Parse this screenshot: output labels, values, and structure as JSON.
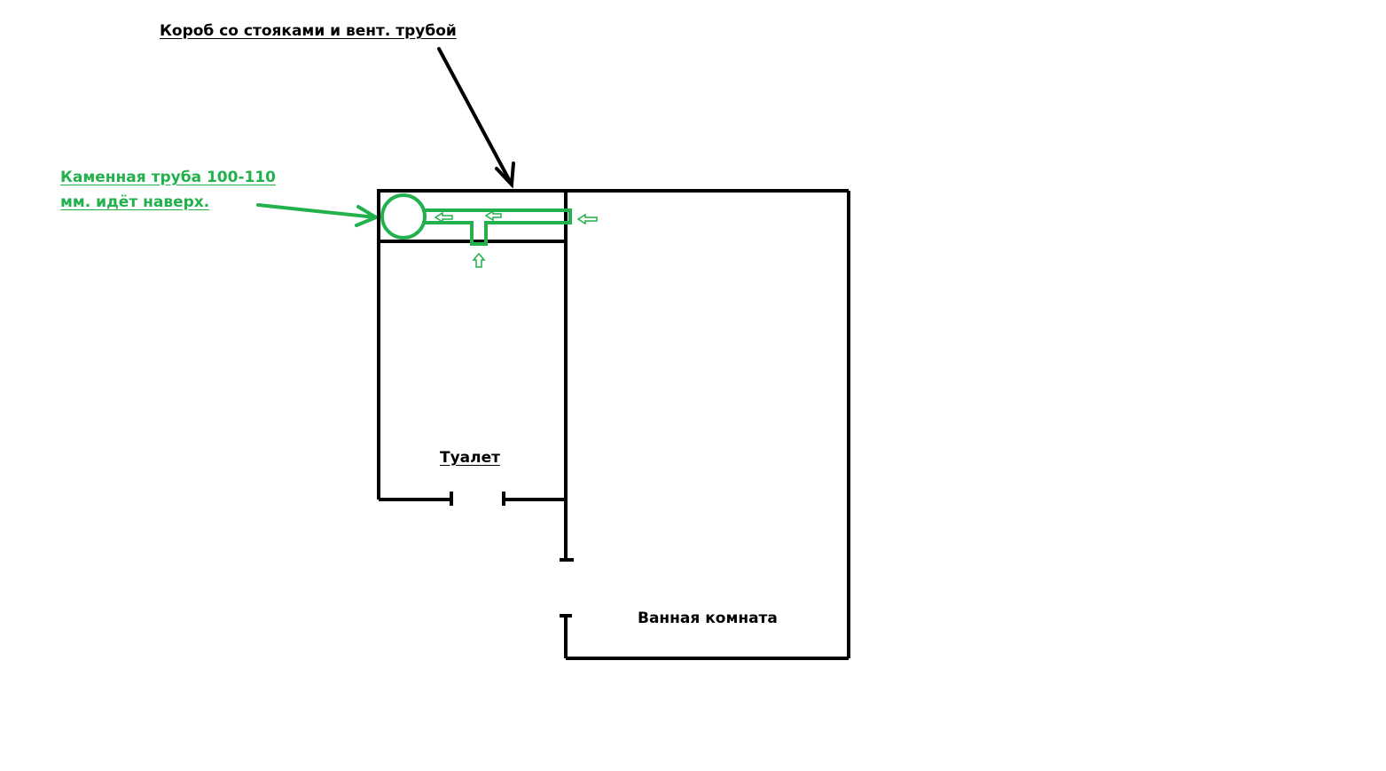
{
  "labels": {
    "box": "Короб со стояками и вент. трубой",
    "stone_pipe_line1": "Каменная труба 100-110",
    "stone_pipe_line2": "мм. идёт наверх.",
    "toilet": "Туалет",
    "bathroom": "Ванная комната"
  },
  "colors": {
    "walls": "#000000",
    "pipe": "#22b14c",
    "background": "#ffffff"
  }
}
